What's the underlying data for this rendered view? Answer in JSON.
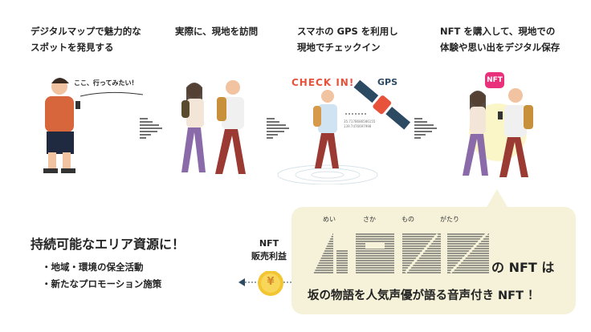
{
  "steps": [
    {
      "line1": "デジタルマップで魅力的な",
      "line2": "スポットを発見する",
      "speech": "ここ、行ってみたい！"
    },
    {
      "line1": "実際に、現地を訪問",
      "line2": ""
    },
    {
      "line1": "スマホの GPS を利用し",
      "line2": "現地でチェックイン",
      "checkin": "CHECK IN!",
      "gps": "GPS",
      "coords1": "35.7178686586155",
      "coords2": "139.7476697998"
    },
    {
      "line1": "NFT を購入して、現地での",
      "line2": "体験や思い出をデジタル保存",
      "badge": "NFT"
    }
  ],
  "left": {
    "title": "持続可能なエリア資源に！",
    "bullets": [
      "・地域・環境の保全活動",
      "・新たなプロモーション施策"
    ]
  },
  "revenue": {
    "line1": "NFT",
    "line2": "販売利益",
    "coin": "¥"
  },
  "nft": {
    "logo": "名坂物語",
    "ruby": [
      "めい",
      "さか",
      "もの",
      "がたり"
    ],
    "suffix": "の NFT は",
    "description": "坂の物語を人気声優が語る音声付き NFT ！"
  },
  "colors": {
    "bubble": "#f5f2d9",
    "checkin": "#e8523a",
    "coin": "#f2c531",
    "satellite": "#2d4a63"
  }
}
